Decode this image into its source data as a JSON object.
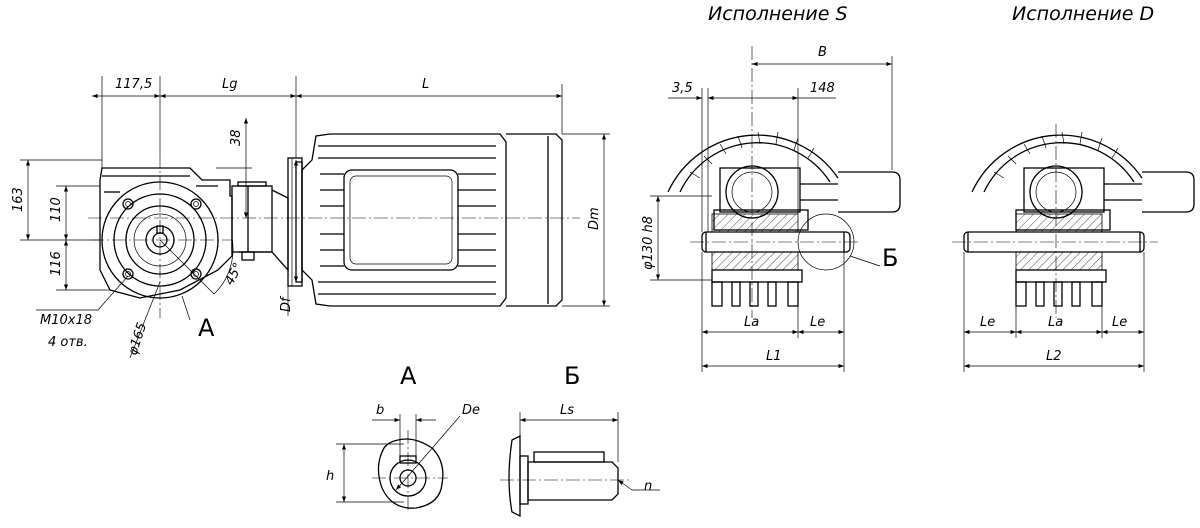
{
  "titles": {
    "variant_s": "Исполнение S",
    "variant_d": "Исполнение D"
  },
  "views": {
    "view_a": "A",
    "view_b": "Б"
  },
  "dimensions": {
    "d117_5": "117,5",
    "lg": "Lg",
    "l": "L",
    "d38": "38",
    "d163": "163",
    "d110": "110",
    "d116": "116",
    "deg45": "45°",
    "df": "Df",
    "dm": "Dm",
    "m10x18": "M10x18",
    "holes": "4 отв.",
    "phi165": "φ165",
    "b_big": "B",
    "d3_5": "3,5",
    "d148": "148",
    "phi130h8": "φ130 h8",
    "la_s": "La",
    "le_s": "Le",
    "l1": "L1",
    "le_d_left": "Le",
    "la_d": "La",
    "le_d_right": "Le",
    "l2": "L2",
    "b_small": "b",
    "de": "De",
    "h": "h",
    "ls": "Ls",
    "n": "n"
  }
}
